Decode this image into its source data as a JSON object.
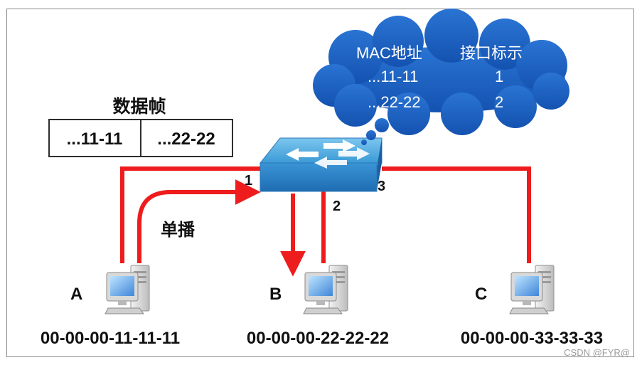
{
  "frame": {
    "title": "数据帧",
    "fields": [
      "...11-11",
      "...22-22"
    ]
  },
  "mac_table": {
    "columns": [
      "MAC地址",
      "接口标示"
    ],
    "rows": [
      {
        "mac": "...11-11",
        "port": "1"
      },
      {
        "mac": "...22-22",
        "port": "2"
      }
    ]
  },
  "switch": {
    "ports": [
      "1",
      "2",
      "3"
    ]
  },
  "unicast_label": "单播",
  "hosts": [
    {
      "name": "A",
      "mac": "00-00-00-11-11-11"
    },
    {
      "name": "B",
      "mac": "00-00-00-22-22-22"
    },
    {
      "name": "C",
      "mac": "00-00-00-33-33-33"
    }
  ],
  "watermark": "CSDN @FYR@",
  "colors": {
    "link": "#ee1c1c",
    "cloud": "#1e63c3",
    "switch_top": "#46a8dc",
    "switch_front": "#2b7fc4"
  }
}
